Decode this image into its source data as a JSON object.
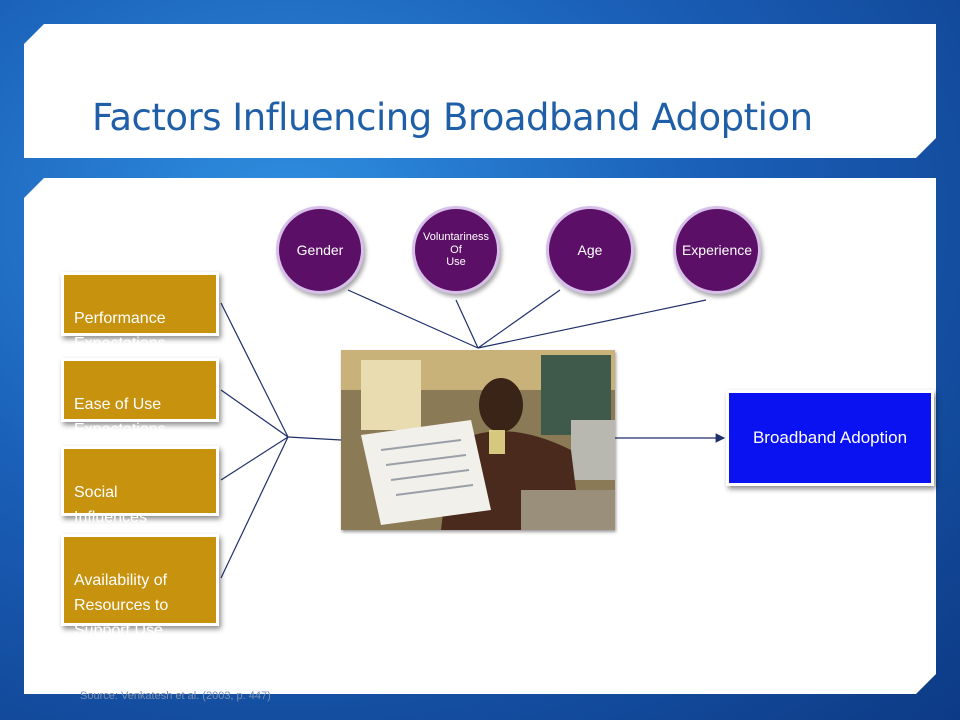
{
  "slide": {
    "title": "Factors Influencing Broadband Adoption"
  },
  "moderators": [
    {
      "label": "Gender"
    },
    {
      "label": "Voluntariness\nOf\nUse"
    },
    {
      "label": "Age"
    },
    {
      "label": "Experience"
    }
  ],
  "factors": [
    {
      "label": "Performance\nExpectations"
    },
    {
      "label": "Ease of Use\nExpectations"
    },
    {
      "label": "Social\nInfluences"
    },
    {
      "label": "Availability of\nResources to\nSupport Use"
    }
  ],
  "outcome": {
    "label": "Broadband Adoption"
  },
  "source": "Source: Venkatesh et al. (2003, p. 447)",
  "colors": {
    "moderator_fill": "#5c0f66",
    "factor_fill": "#c7930f",
    "outcome_fill": "#0a12f2",
    "title_text": "#1f5fa8"
  }
}
